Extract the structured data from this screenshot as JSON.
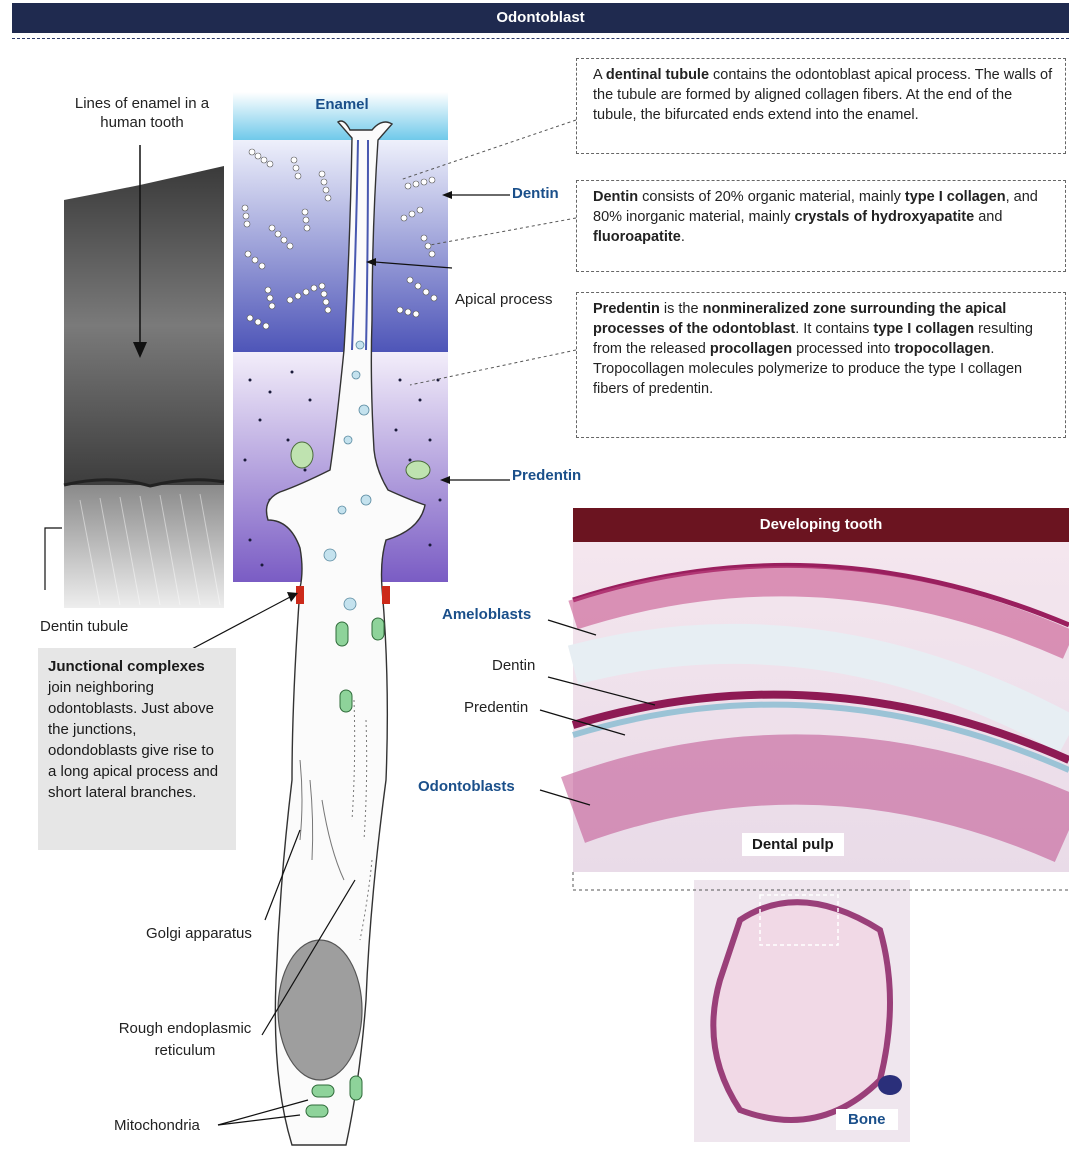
{
  "title": "Odontoblast",
  "labels": {
    "lines_of_enamel": "Lines of enamel in a human tooth",
    "enamel": "Enamel",
    "dentin": "Dentin",
    "predentin": "Predentin",
    "apical_process": "Apical process",
    "dentin_tubule": "Dentin tubule",
    "golgi": "Golgi apparatus",
    "rer": "Rough endoplasmic reticulum",
    "mitochondria": "Mitochondria"
  },
  "boxes": {
    "tubule": {
      "p1": "A ",
      "b1": "dentinal tubule",
      "p2": " contains  the odontoblast apical process. The walls of the tubule are formed by aligned collagen fibers. At the end of the tubule, the bifurcated ends extend into the enamel."
    },
    "dentin": {
      "b1": "Dentin",
      "p1": " consists of 20% organic material, mainly ",
      "b2": "type I collagen",
      "p2": ", and 80% inorganic material, mainly ",
      "b3": "crystals of hydroxyapatite",
      "p3": " and ",
      "b4": "fluoroapatite",
      "p4": "."
    },
    "predentin": {
      "b1": "Predentin",
      "p1": " is the ",
      "b2": "nonmineralized zone surrounding the apical processes of the odontoblast",
      "p2": ". It contains ",
      "b3": "type I collagen",
      "p3": " resulting from the released ",
      "b4": "procollagen",
      "p4": " processed into ",
      "b5": "tropocollagen",
      "p5": ". Tropocollagen molecules polymerize to produce the type I collagen fibers of predentin."
    },
    "junctional": {
      "b1": "Junctional complexes",
      "p1": "join neighboring odontoblasts. Just above the junctions, odondoblasts give rise to a long apical process and short lateral branches."
    }
  },
  "developing": {
    "title": "Developing tooth",
    "ameloblasts": "Ameloblasts",
    "dentin": "Dentin",
    "predentin": "Predentin",
    "odontoblasts": "Odontoblasts",
    "dental_pulp": "Dental pulp",
    "bone": "Bone"
  },
  "colors": {
    "title_bar": "#1f2a4f",
    "dev_bar": "#6b1420",
    "label_blue": "#1a4f8a"
  }
}
